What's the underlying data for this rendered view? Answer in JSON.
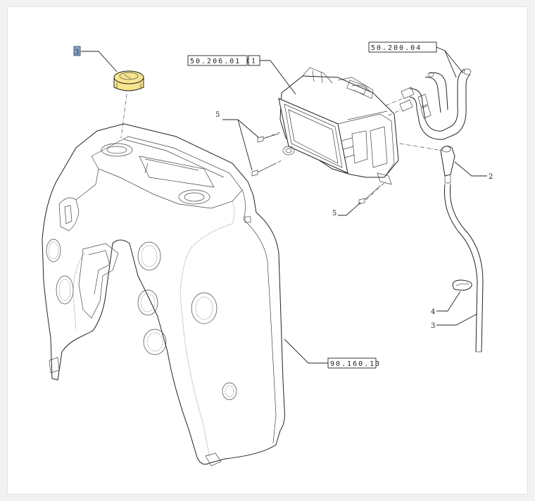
{
  "callouts": {
    "ref_1": "50.206.01 02",
    "item_1": "1",
    "ref_2": "50.200.04",
    "item_2": "2",
    "item_3": "3",
    "item_4": "4",
    "item_5a": "5",
    "item_5b": "5",
    "ref_3": "90.160.13",
    "item_cap": "3"
  },
  "colors": {
    "highlight_fill": "#f6e58d",
    "highlight_box": "#8aa8d6",
    "line": "#222222",
    "background": "#ffffff"
  }
}
